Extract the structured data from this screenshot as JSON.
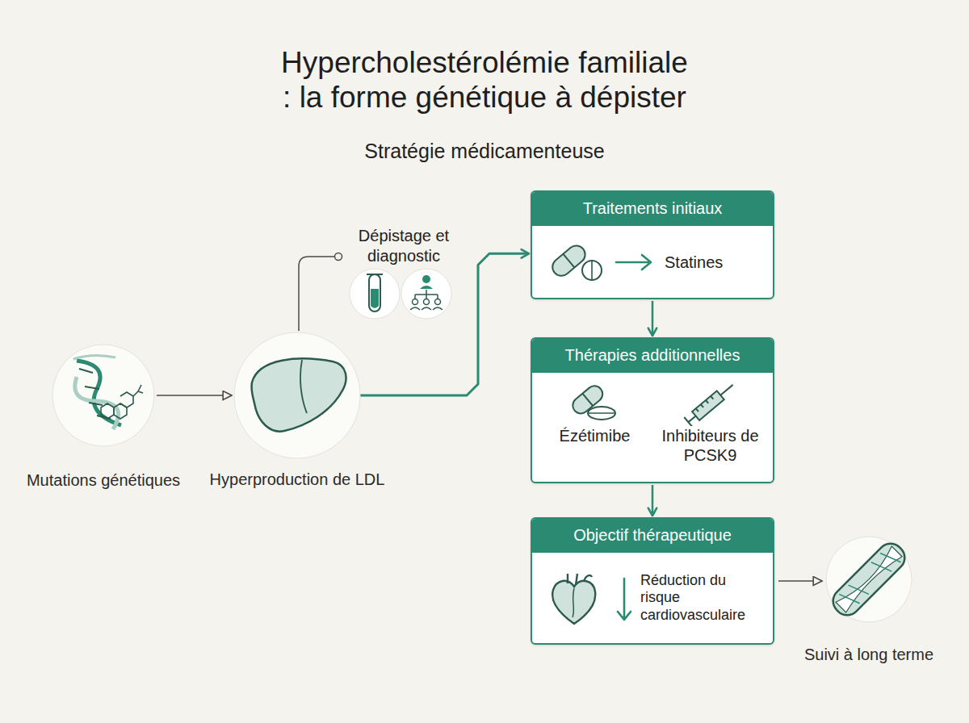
{
  "diagram": {
    "title": "Hypercholestérolémie familiale : la forme génétique à dépister",
    "nodes": [
      {
        "text": [
          "Mutations génétiques"
        ]
      },
      {
        "text": [
          "Hyperproduction de LDL"
        ]
      },
      {
        "text": [
          "Traitements initiaux",
          "Statines"
        ]
      },
      {
        "text": [
          "Thérapies additionnelles",
          "Ézétimibe",
          "Inhibiteurs de PCSK9"
        ]
      },
      {
        "text": [
          "Objectif thérapeutique",
          "Réduction du risque cardiovasculaire"
        ]
      },
      {
        "text": [
          "Suivi à long terme"
        ]
      }
    ],
    "edges": [
      {
        "from": 0,
        "to": 1,
        "arrow": "to"
      },
      {
        "from": 1,
        "to": 2,
        "arrow": "to"
      },
      {
        "from": 2,
        "to": 3,
        "arrow": "to"
      },
      {
        "from": 3,
        "to": 4,
        "arrow": "to"
      },
      {
        "from": 4,
        "to": 5,
        "arrow": "to"
      }
    ],
    "labels": [
      "Stratégie médicamenteuse",
      "Dépistage et diagnostic"
    ]
  }
}
